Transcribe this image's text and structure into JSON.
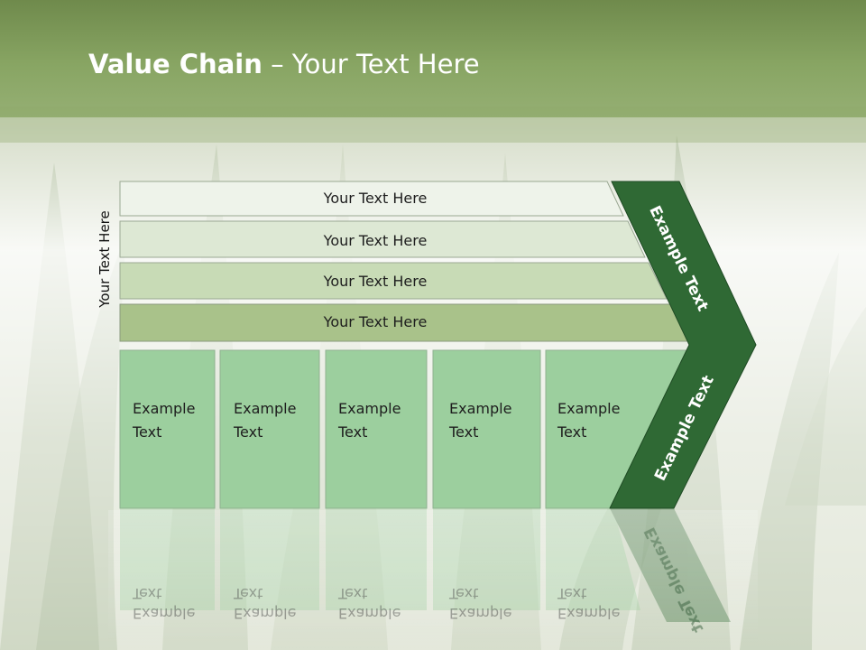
{
  "title": {
    "bold": "Value Chain",
    "rest": " – Your Text Here"
  },
  "side_label": "Your Text Here",
  "bars": [
    {
      "label": "Your Text Here",
      "fill": "#eef3ea"
    },
    {
      "label": "Your Text Here",
      "fill": "#dde8d4"
    },
    {
      "label": "Your Text Here",
      "fill": "#c8dbb6"
    },
    {
      "label": "Your Text Here",
      "fill": "#a9c28a"
    }
  ],
  "cells": [
    {
      "line1": "Example",
      "line2": "Text"
    },
    {
      "line1": "Example",
      "line2": "Text"
    },
    {
      "line1": "Example",
      "line2": "Text"
    },
    {
      "line1": "Example",
      "line2": "Text"
    },
    {
      "line1": "Example",
      "line2": "Text"
    }
  ],
  "chevron_top_label": "Example Text",
  "chevron_bottom_label": "Example Text",
  "colors": {
    "header": "#8aa764",
    "cell": "#9ccf9e",
    "chevron": "#2f6934"
  }
}
